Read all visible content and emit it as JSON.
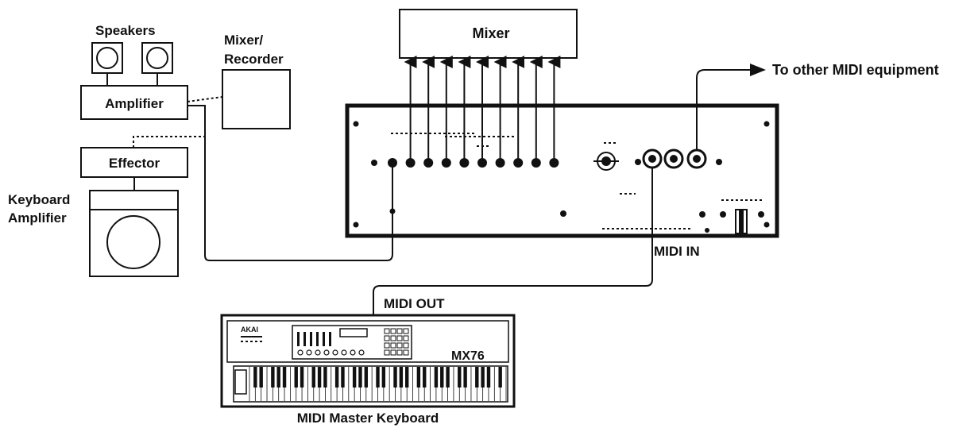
{
  "labels": {
    "speakers": "Speakers",
    "mixer_recorder_line1": "Mixer/",
    "mixer_recorder_line2": "Recorder",
    "amplifier": "Amplifier",
    "effector": "Effector",
    "keyboard_amp_line1": "Keyboard",
    "keyboard_amp_line2": "Amplifier",
    "mixer": "Mixer",
    "to_other_midi": "To other MIDI equipment",
    "midi_in": "MIDI IN",
    "midi_out": "MIDI OUT",
    "midi_master_keyboard": "MIDI Master Keyboard",
    "keyboard_brand": "AKAI",
    "keyboard_model": "MX76"
  },
  "rear_panel": {
    "audio_outputs": 10,
    "midi_ports": 3
  },
  "colors": {
    "ink": "#111111",
    "background": "#ffffff"
  }
}
